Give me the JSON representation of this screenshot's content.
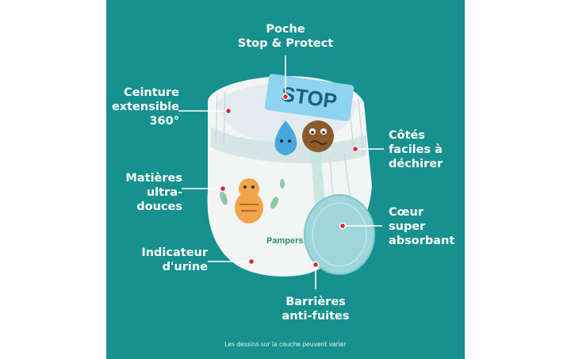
{
  "colors": {
    "background": "#17918f",
    "accent_red": "#d6283a",
    "text": "#ffffff"
  },
  "labels": {
    "poche": "Poche\nStop & Protect",
    "ceinture": "Ceinture\nextensible\n360°",
    "matieres": "Matières\nultra-\ndouces",
    "indicateur": "Indicateur\nd'urine",
    "barrieres": "Barrières\nanti-fuites",
    "cotes": "Côtés\nfaciles à\ndéchirer",
    "coeur": "Cœur\nsuper\nabsorbant"
  },
  "diaper": {
    "stop_text": "STOP",
    "brand": "Pampers"
  },
  "footnote": "Les dessins sur la couche peuvent varier"
}
